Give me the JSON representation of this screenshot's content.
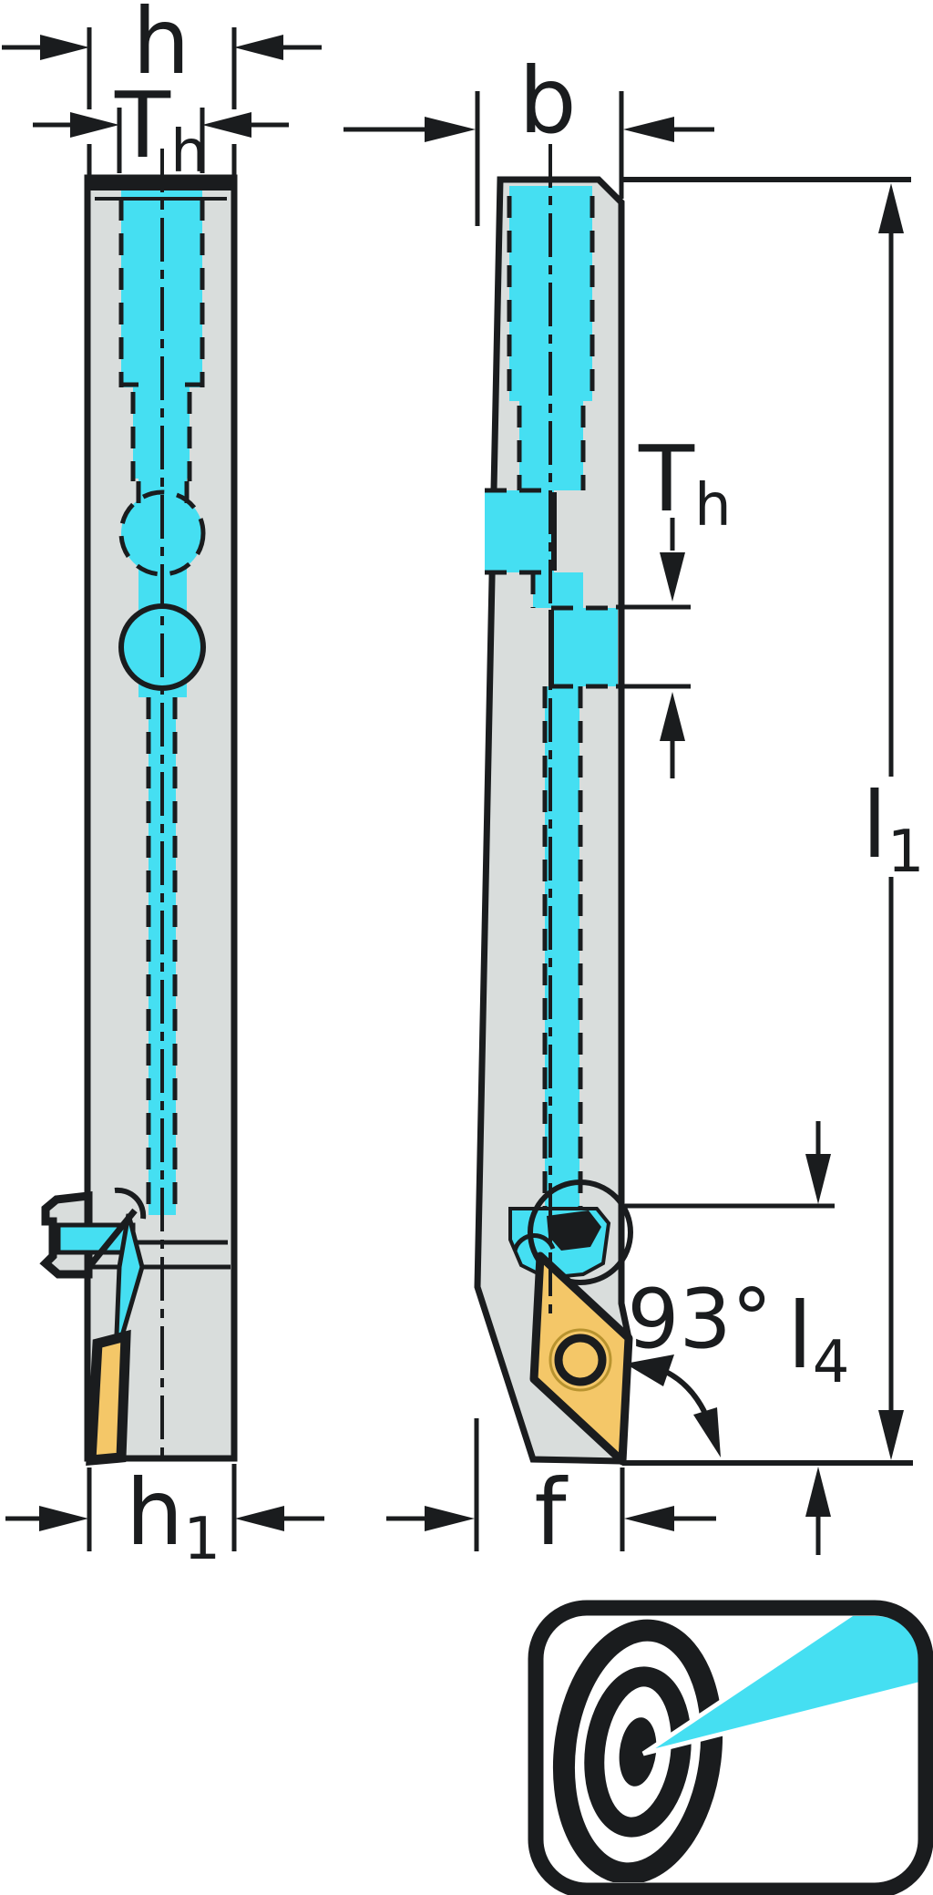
{
  "drawing": {
    "type": "technical-drawing",
    "subject": "lathe tool holder with precision coolant, two orthographic views",
    "views": {
      "side": {
        "name": "side view",
        "features": "shank, coolant thread channel, cross holes, clamp head, insert edge-on"
      },
      "front": {
        "name": "front view",
        "features": "shank, coolant channels, thread pockets, clamp, V-style insert with screw hole"
      }
    }
  },
  "colors": {
    "line_black": "#1a1c1e",
    "body_gray": "#d9dddc",
    "coolant_cyan": "#45dff2",
    "insert_yellow": "#f4c768",
    "paper_white": "#ffffff"
  },
  "dimensions": {
    "h": {
      "main": "h",
      "sub": ""
    },
    "th_top": {
      "main": "T",
      "sub": "h"
    },
    "b": {
      "main": "b",
      "sub": ""
    },
    "th_side": {
      "main": "T",
      "sub": "h"
    },
    "l1": {
      "main": "l",
      "sub": "1"
    },
    "l4": {
      "main": "l",
      "sub": "4"
    },
    "h1": {
      "main": "h",
      "sub": "1"
    },
    "f": {
      "main": "f",
      "sub": ""
    },
    "angle": {
      "label": "93°"
    }
  },
  "icon": {
    "name": "precision-coolant-target",
    "description": "bullseye target hit by coolant jet"
  }
}
